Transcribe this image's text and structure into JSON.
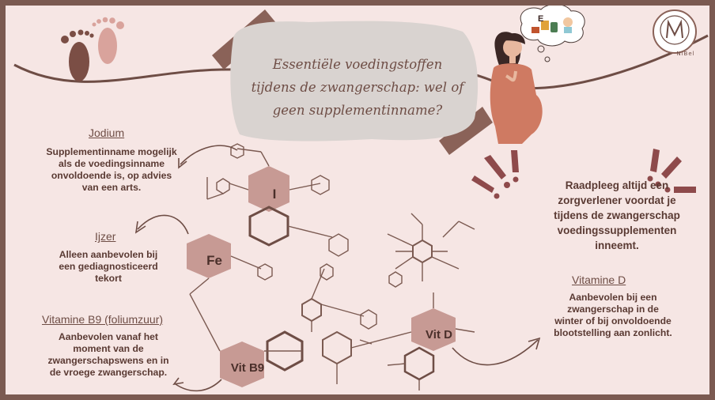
{
  "title": {
    "line1": "Essentiële voedingstoffen",
    "line2": "tijdens de zwangerschap: wel of",
    "line3": "geen supplementinname?"
  },
  "jodium": {
    "heading": "Jodium",
    "lines": [
      "Supplementinname mogelijk",
      "als de voedingsinname",
      "onvoldoende is, op advies",
      "van een arts."
    ]
  },
  "ijzer": {
    "heading": "Ijzer",
    "lines": [
      "Alleen aanbevolen bij",
      "een gediagnosticeerd",
      "tekort"
    ]
  },
  "b9": {
    "heading": "Vitamine B9 (foliumzuur)",
    "lines": [
      "Aanbevolen vanaf het",
      "moment van de",
      "zwangerschapswens en in",
      "de vroege zwangerschap."
    ]
  },
  "vitd": {
    "heading": "Vitamine D",
    "lines": [
      "Aanbevolen bij een",
      "zwangerschap in de",
      "winter of bij onvoldoende",
      "blootstelling aan zonlicht."
    ]
  },
  "notice": {
    "lines": [
      "Raadpleeg altijd een",
      "zorgverlener voordat je",
      "tijdens de zwangerschap",
      "voedingssupplementen",
      "inneemt."
    ]
  },
  "hex": {
    "i": "I",
    "fe": "Fe",
    "b9": "Vit B9",
    "d": "Vit D"
  },
  "thought": {
    "letter": "E"
  },
  "logo": {
    "text": "NiBel"
  },
  "colors": {
    "background": "#f6e6e4",
    "frame": "#7b5a51",
    "hex_fill": "#c79a94",
    "accent": "#8e4a4b",
    "text": "#5a3a33"
  }
}
